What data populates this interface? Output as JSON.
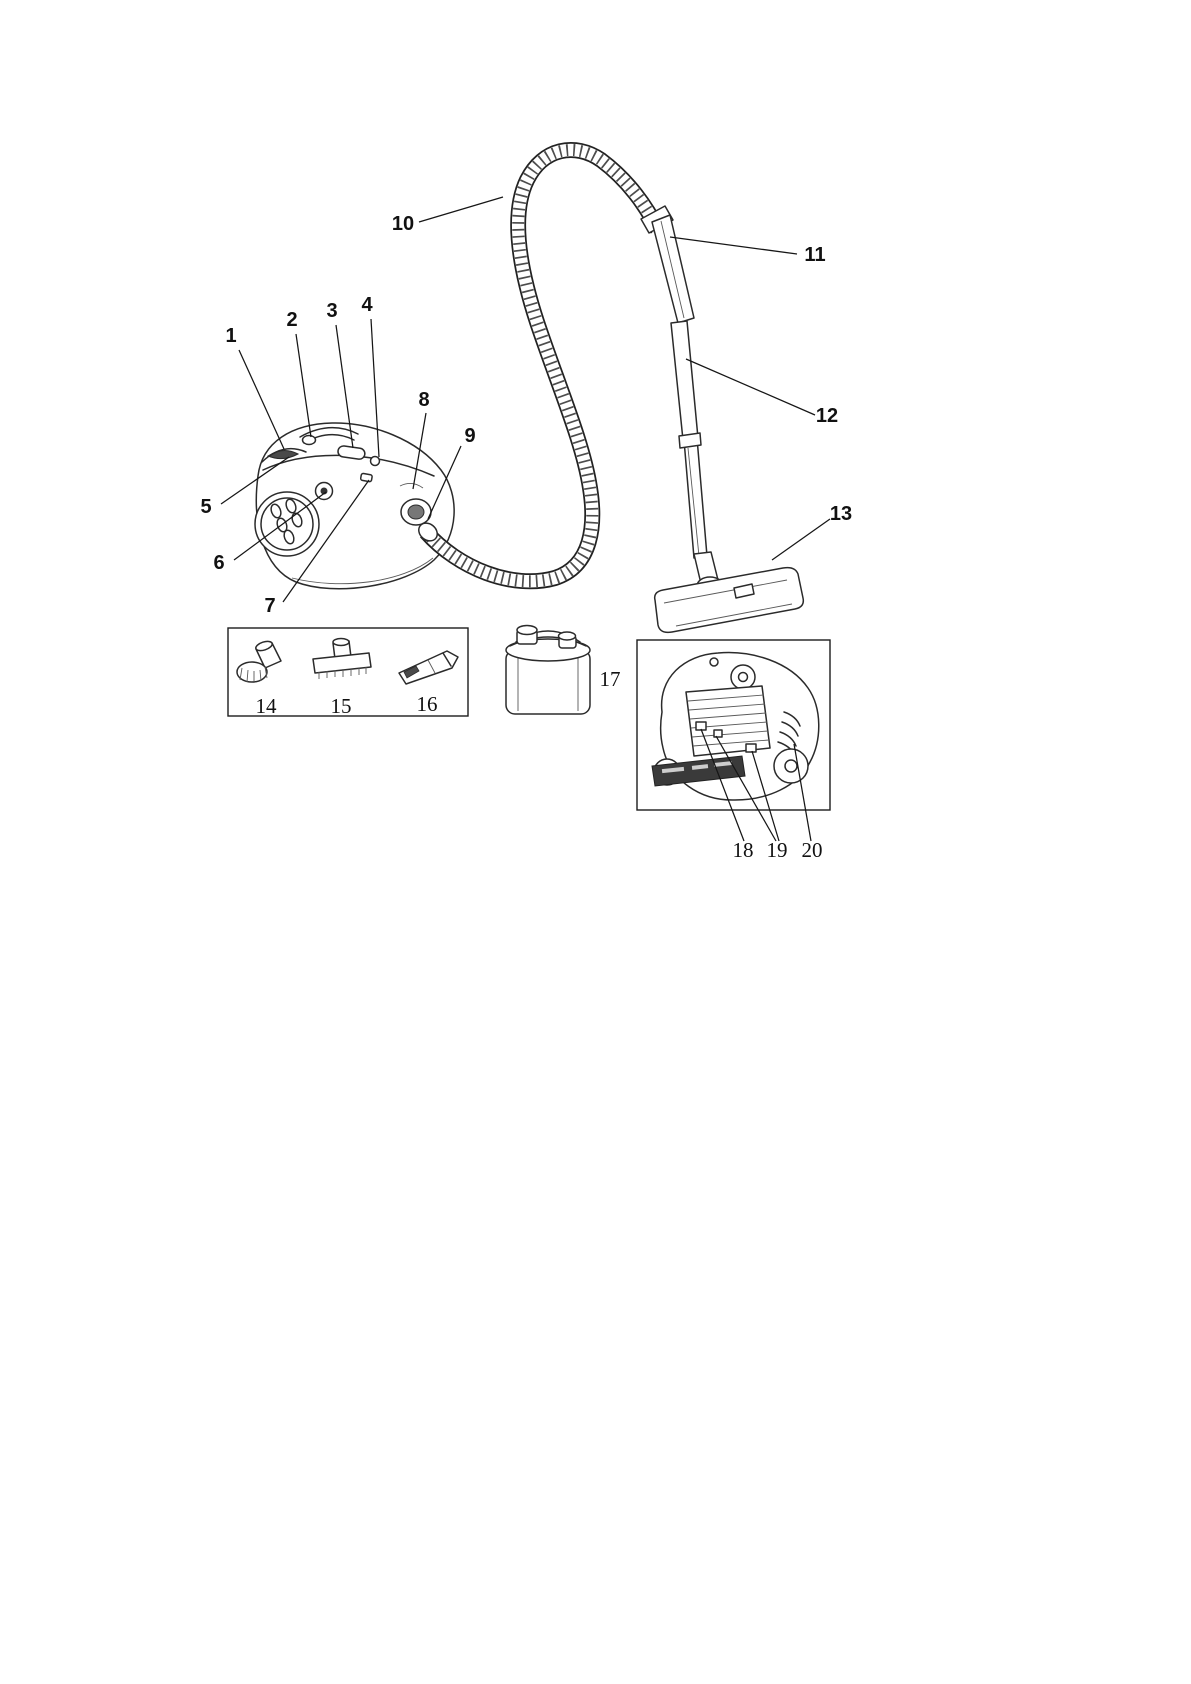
{
  "diagram": {
    "background": "#ffffff",
    "line_color": "#2b2b2b",
    "callouts": [
      "1",
      "2",
      "3",
      "4",
      "5",
      "6",
      "7",
      "8",
      "9",
      "10",
      "11",
      "12",
      "13",
      "14",
      "15",
      "16",
      "17",
      "18",
      "19",
      "20"
    ]
  }
}
